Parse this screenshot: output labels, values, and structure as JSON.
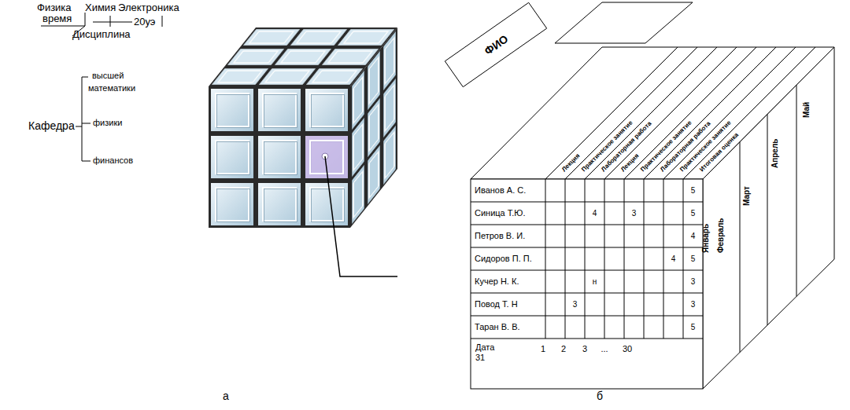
{
  "diagram": {
    "nodes": [
      {
        "text": [
          "ФИО"
        ]
      }
    ],
    "labels": [
      "Физика",
      "Химия",
      "Электроника",
      "время",
      "20уэ",
      "Дисциплина",
      "высшей",
      "математики",
      "Кафедра",
      "физики",
      "финансов",
      "а",
      "б",
      "Лекция",
      "Практическое занятие",
      "Лабораторная работа",
      "Лекция",
      "Практическое занятие",
      "Лабораторная работа",
      "Практическое занятие",
      "Итоговая оценка",
      "Январь",
      "Февраль",
      "Март",
      "Апрель",
      "Май",
      "Иванов А. С.",
      "Синица Т.Ю.",
      "Петров В. И.",
      "Сидоров П. П.",
      "Кучер Н. К.",
      "Повод Т. Н",
      "Таран В. В.",
      "Дата 31",
      "1",
      "2",
      "3",
      "...",
      "30",
      "5",
      "4",
      "3",
      "5",
      "4",
      "4",
      "5",
      "н",
      "3",
      "3",
      "3",
      "5"
    ]
  }
}
